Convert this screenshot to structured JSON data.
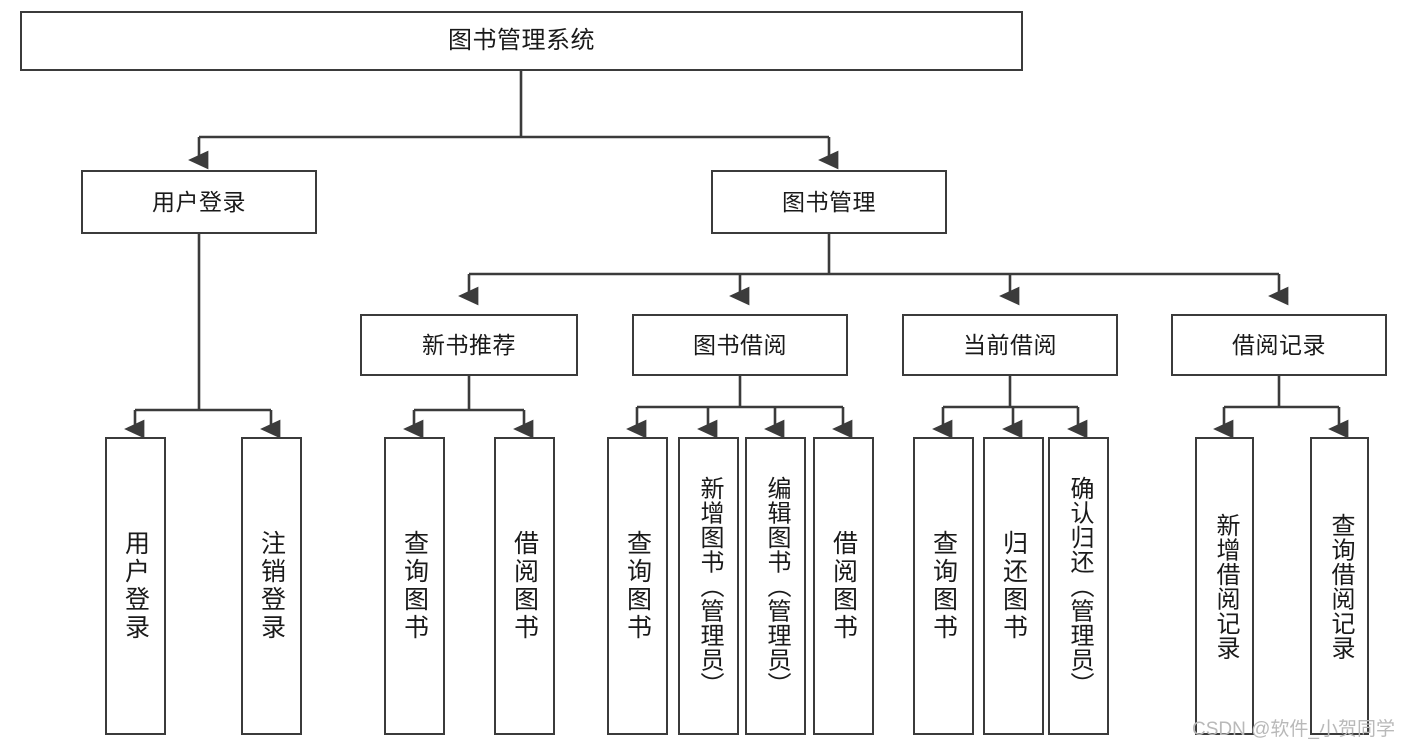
{
  "diagram": {
    "title": "图书管理系统",
    "type": "tree-hierarchy",
    "orientation": "top-down",
    "line_color": "#3b3b3b",
    "box_fill": "#ffffff",
    "text_color": "#1a1a1a",
    "levels": 4
  },
  "nodes": {
    "root": {
      "label": "图书管理系统"
    },
    "level2": [
      {
        "id": "user-login",
        "label": "用户登录"
      },
      {
        "id": "book-management",
        "label": "图书管理"
      }
    ],
    "level3": [
      {
        "id": "new-book-recommend",
        "label": "新书推荐",
        "parent": "book-management"
      },
      {
        "id": "book-borrow",
        "label": "图书借阅",
        "parent": "book-management"
      },
      {
        "id": "current-borrow",
        "label": "当前借阅",
        "parent": "book-management"
      },
      {
        "id": "borrow-record",
        "label": "借阅记录",
        "parent": "book-management"
      }
    ],
    "leaves": [
      {
        "id": "leaf-user-login",
        "label": "用户登录",
        "parent": "user-login"
      },
      {
        "id": "leaf-logout",
        "label": "注销登录",
        "parent": "user-login"
      },
      {
        "id": "leaf-query-book-1",
        "label": "查询图书",
        "parent": "new-book-recommend"
      },
      {
        "id": "leaf-borrow-book-1",
        "label": "借阅图书",
        "parent": "new-book-recommend"
      },
      {
        "id": "leaf-query-book-2",
        "label": "查询图书",
        "parent": "book-borrow"
      },
      {
        "id": "leaf-add-book",
        "label": "新增图书（管理员）",
        "parent": "book-borrow"
      },
      {
        "id": "leaf-edit-book",
        "label": "编辑图书（管理员）",
        "parent": "book-borrow"
      },
      {
        "id": "leaf-borrow-book-2",
        "label": "借阅图书",
        "parent": "book-borrow"
      },
      {
        "id": "leaf-query-book-3",
        "label": "查询图书",
        "parent": "current-borrow"
      },
      {
        "id": "leaf-return-book",
        "label": "归还图书",
        "parent": "current-borrow"
      },
      {
        "id": "leaf-confirm-return",
        "label": "确认归还（管理员）",
        "parent": "current-borrow"
      },
      {
        "id": "leaf-add-record",
        "label": "新增借阅记录",
        "parent": "borrow-record"
      },
      {
        "id": "leaf-query-record",
        "label": "查询借阅记录",
        "parent": "borrow-record"
      }
    ]
  },
  "watermark": {
    "text": "CSDN @软件_小贺同学"
  }
}
